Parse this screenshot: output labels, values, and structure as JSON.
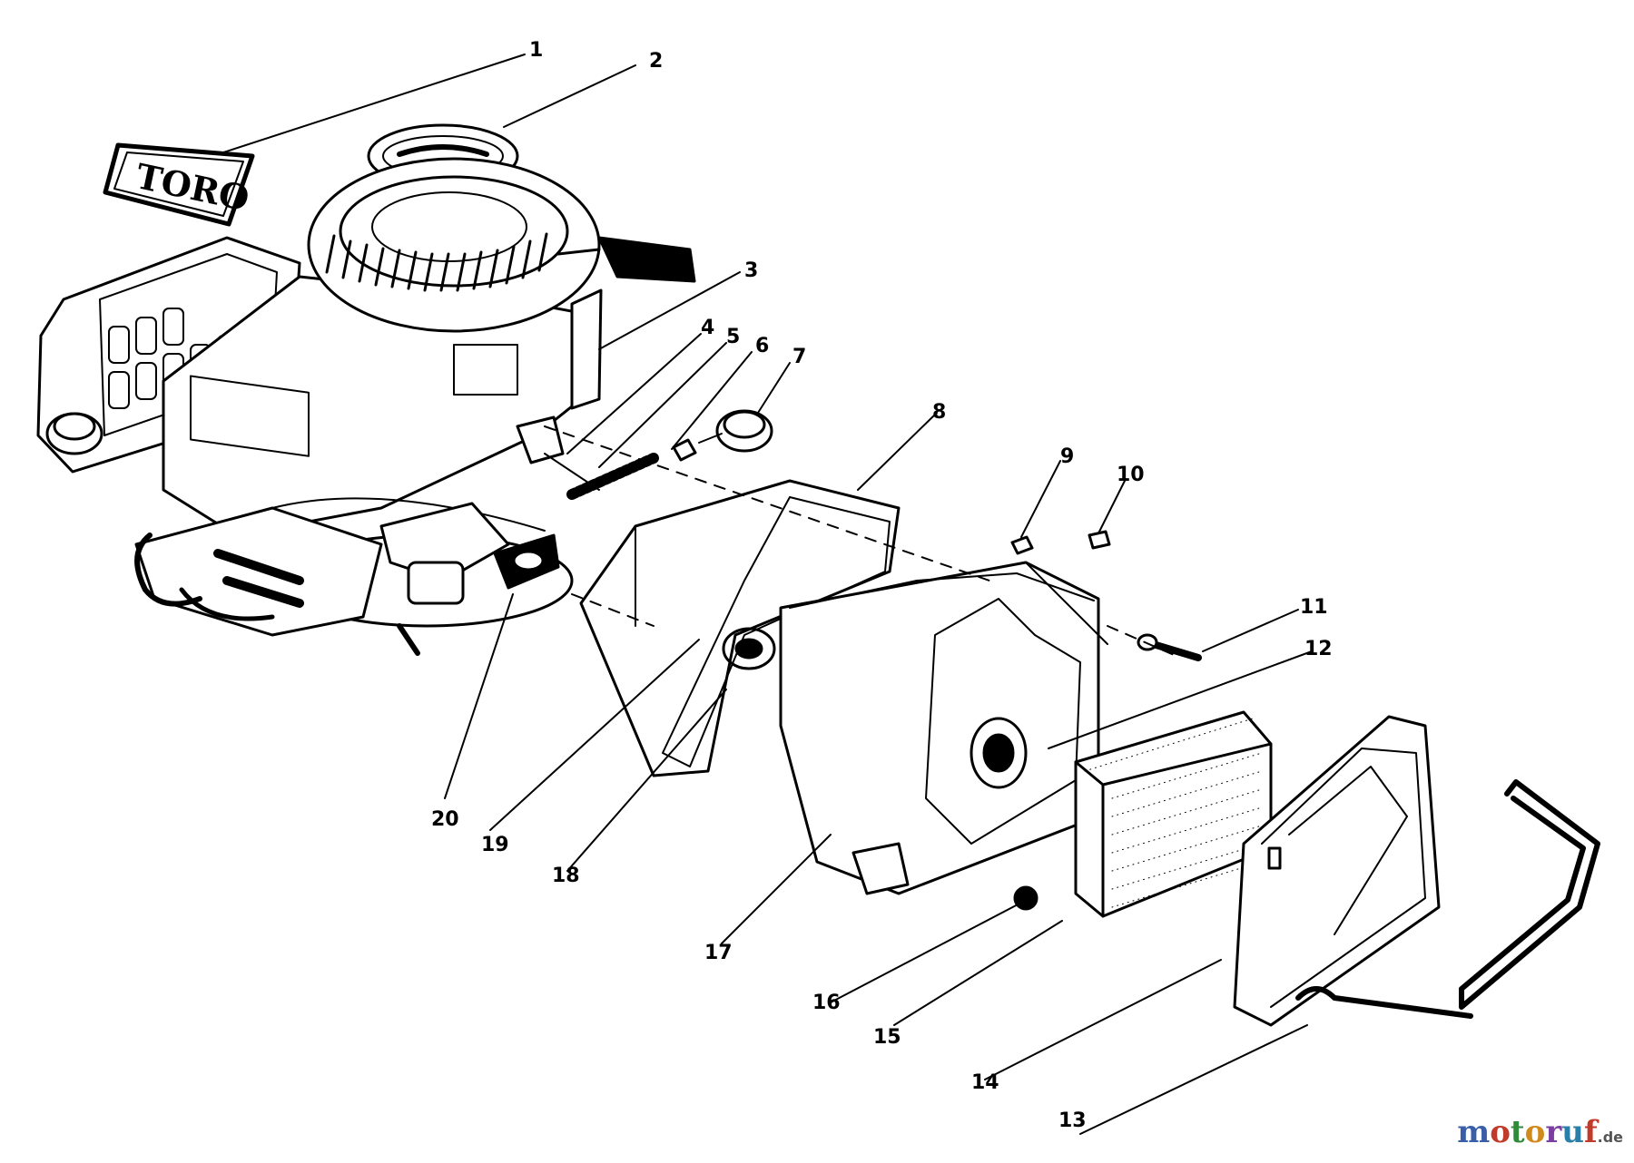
{
  "diagram": {
    "callouts": [
      {
        "id": "1",
        "label": "1"
      },
      {
        "id": "2",
        "label": "2"
      },
      {
        "id": "3",
        "label": "3"
      },
      {
        "id": "4",
        "label": "4"
      },
      {
        "id": "5",
        "label": "5"
      },
      {
        "id": "6",
        "label": "6"
      },
      {
        "id": "7",
        "label": "7"
      },
      {
        "id": "8",
        "label": "8"
      },
      {
        "id": "9",
        "label": "9"
      },
      {
        "id": "10",
        "label": "10"
      },
      {
        "id": "11",
        "label": "11"
      },
      {
        "id": "12",
        "label": "12"
      },
      {
        "id": "13",
        "label": "13"
      },
      {
        "id": "14",
        "label": "14"
      },
      {
        "id": "15",
        "label": "15"
      },
      {
        "id": "16",
        "label": "16"
      },
      {
        "id": "17",
        "label": "17"
      },
      {
        "id": "18",
        "label": "18"
      },
      {
        "id": "19",
        "label": "19"
      },
      {
        "id": "20",
        "label": "20"
      }
    ],
    "decal_text": "TORO"
  },
  "watermark": {
    "letters": [
      "m",
      "o",
      "t",
      "o",
      "r",
      "u",
      "f"
    ],
    "tld": ".de"
  }
}
